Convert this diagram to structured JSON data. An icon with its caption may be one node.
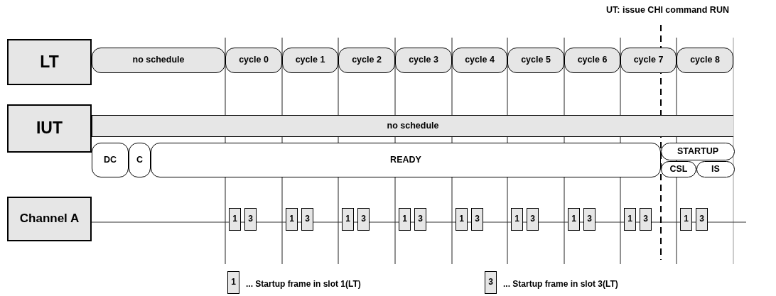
{
  "diagram": {
    "nodes": [
      {
        "text": [
          "LT"
        ]
      },
      {
        "text": [
          "no schedule"
        ]
      },
      {
        "text": [
          "cycle 0"
        ]
      },
      {
        "text": [
          "cycle 1"
        ]
      },
      {
        "text": [
          "cycle 2"
        ]
      },
      {
        "text": [
          "cycle 3"
        ]
      },
      {
        "text": [
          "cycle 4"
        ]
      },
      {
        "text": [
          "cycle 5"
        ]
      },
      {
        "text": [
          "cycle 6"
        ]
      },
      {
        "text": [
          "cycle 7"
        ]
      },
      {
        "text": [
          "cycle 8"
        ]
      },
      {
        "text": [
          "IUT"
        ]
      },
      {
        "text": [
          "no schedule"
        ]
      },
      {
        "text": [
          "DC"
        ]
      },
      {
        "text": [
          "C"
        ]
      },
      {
        "text": [
          "READY"
        ]
      },
      {
        "text": [
          "STARTUP"
        ]
      },
      {
        "text": [
          "CSL"
        ]
      },
      {
        "text": [
          "IS"
        ]
      },
      {
        "text": [
          "Channel A"
        ]
      },
      {
        "text": [
          "1"
        ]
      },
      {
        "text": [
          "3"
        ]
      },
      {
        "text": [
          "1"
        ]
      },
      {
        "text": [
          "3"
        ]
      },
      {
        "text": [
          "1"
        ]
      },
      {
        "text": [
          "3"
        ]
      },
      {
        "text": [
          "1"
        ]
      },
      {
        "text": [
          "3"
        ]
      },
      {
        "text": [
          "1"
        ]
      },
      {
        "text": [
          "3"
        ]
      },
      {
        "text": [
          "1"
        ]
      },
      {
        "text": [
          "3"
        ]
      },
      {
        "text": [
          "1"
        ]
      },
      {
        "text": [
          "3"
        ]
      },
      {
        "text": [
          "1"
        ]
      },
      {
        "text": [
          "3"
        ]
      },
      {
        "text": [
          "1"
        ]
      },
      {
        "text": [
          "3"
        ]
      },
      {
        "text": [
          "1"
        ],
        "beside": [
          "... Startup frame in slot 1(LT)"
        ]
      },
      {
        "text": [
          "3"
        ],
        "beside": [
          "... Startup frame in slot 3(LT)"
        ]
      }
    ],
    "labels": [
      "UT: issue CHI command RUN"
    ]
  }
}
